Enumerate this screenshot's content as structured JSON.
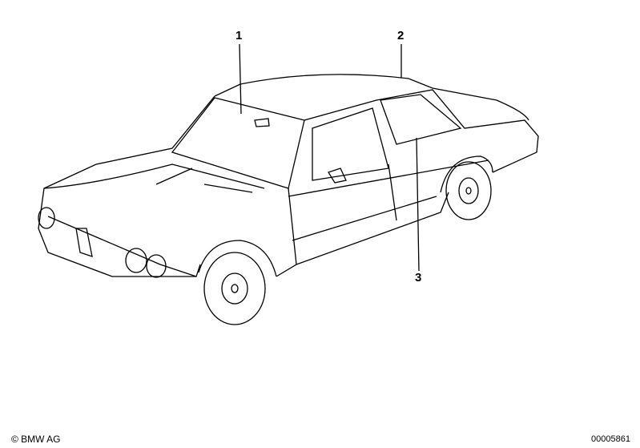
{
  "diagram": {
    "callouts": [
      {
        "number": "1"
      },
      {
        "number": "2"
      },
      {
        "number": "3"
      }
    ]
  },
  "footer": {
    "copyright": "© BMW AG",
    "image_number": "00005861"
  }
}
